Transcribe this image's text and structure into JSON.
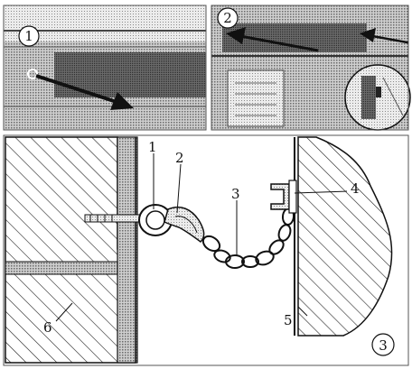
{
  "figure": {
    "panels": [
      {
        "badge": "1"
      },
      {
        "badge": "2"
      },
      {
        "badge": "3"
      }
    ],
    "callouts": [
      "1",
      "2",
      "3",
      "4",
      "5",
      "6"
    ]
  }
}
